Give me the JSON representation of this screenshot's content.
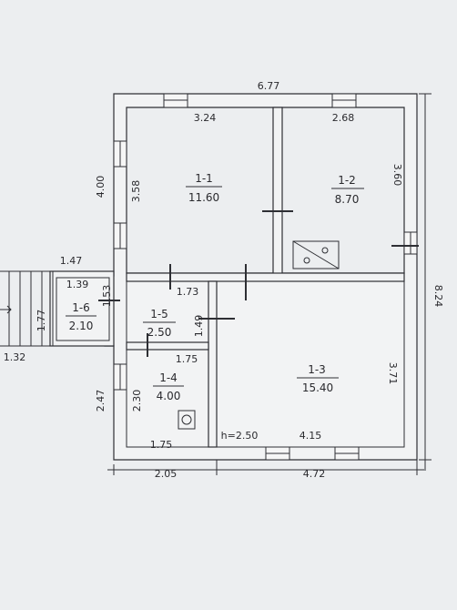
{
  "dimensions": {
    "top_overall": "6.77",
    "right_overall": "8.24",
    "bottom_left": "2.05",
    "bottom_right": "4.72",
    "left_upper": "4.00",
    "left_lower": "2.47",
    "porch_left": "1.32",
    "porch_top": "1.47",
    "room11_width": "3.24",
    "room11_height": "3.58",
    "room12_width": "2.68",
    "room12_height": "3.60",
    "room13_height": "3.71",
    "room13_width": "4.15",
    "room14_width_top": "1.75",
    "room14_width_bottom": "1.75",
    "room14_height": "2.30",
    "room15_width": "1.73",
    "room15_height": "1.49",
    "room15_side": "1.53",
    "room16_width": "1.39",
    "room16_height": "1.77",
    "ceiling_height": "h=2.50"
  },
  "rooms": [
    {
      "id": "1-1",
      "area": "11.60"
    },
    {
      "id": "1-2",
      "area": "8.70"
    },
    {
      "id": "1-3",
      "area": "15.40"
    },
    {
      "id": "1-4",
      "area": "4.00"
    },
    {
      "id": "1-5",
      "area": "2.50"
    },
    {
      "id": "1-6",
      "area": "2.10"
    }
  ]
}
